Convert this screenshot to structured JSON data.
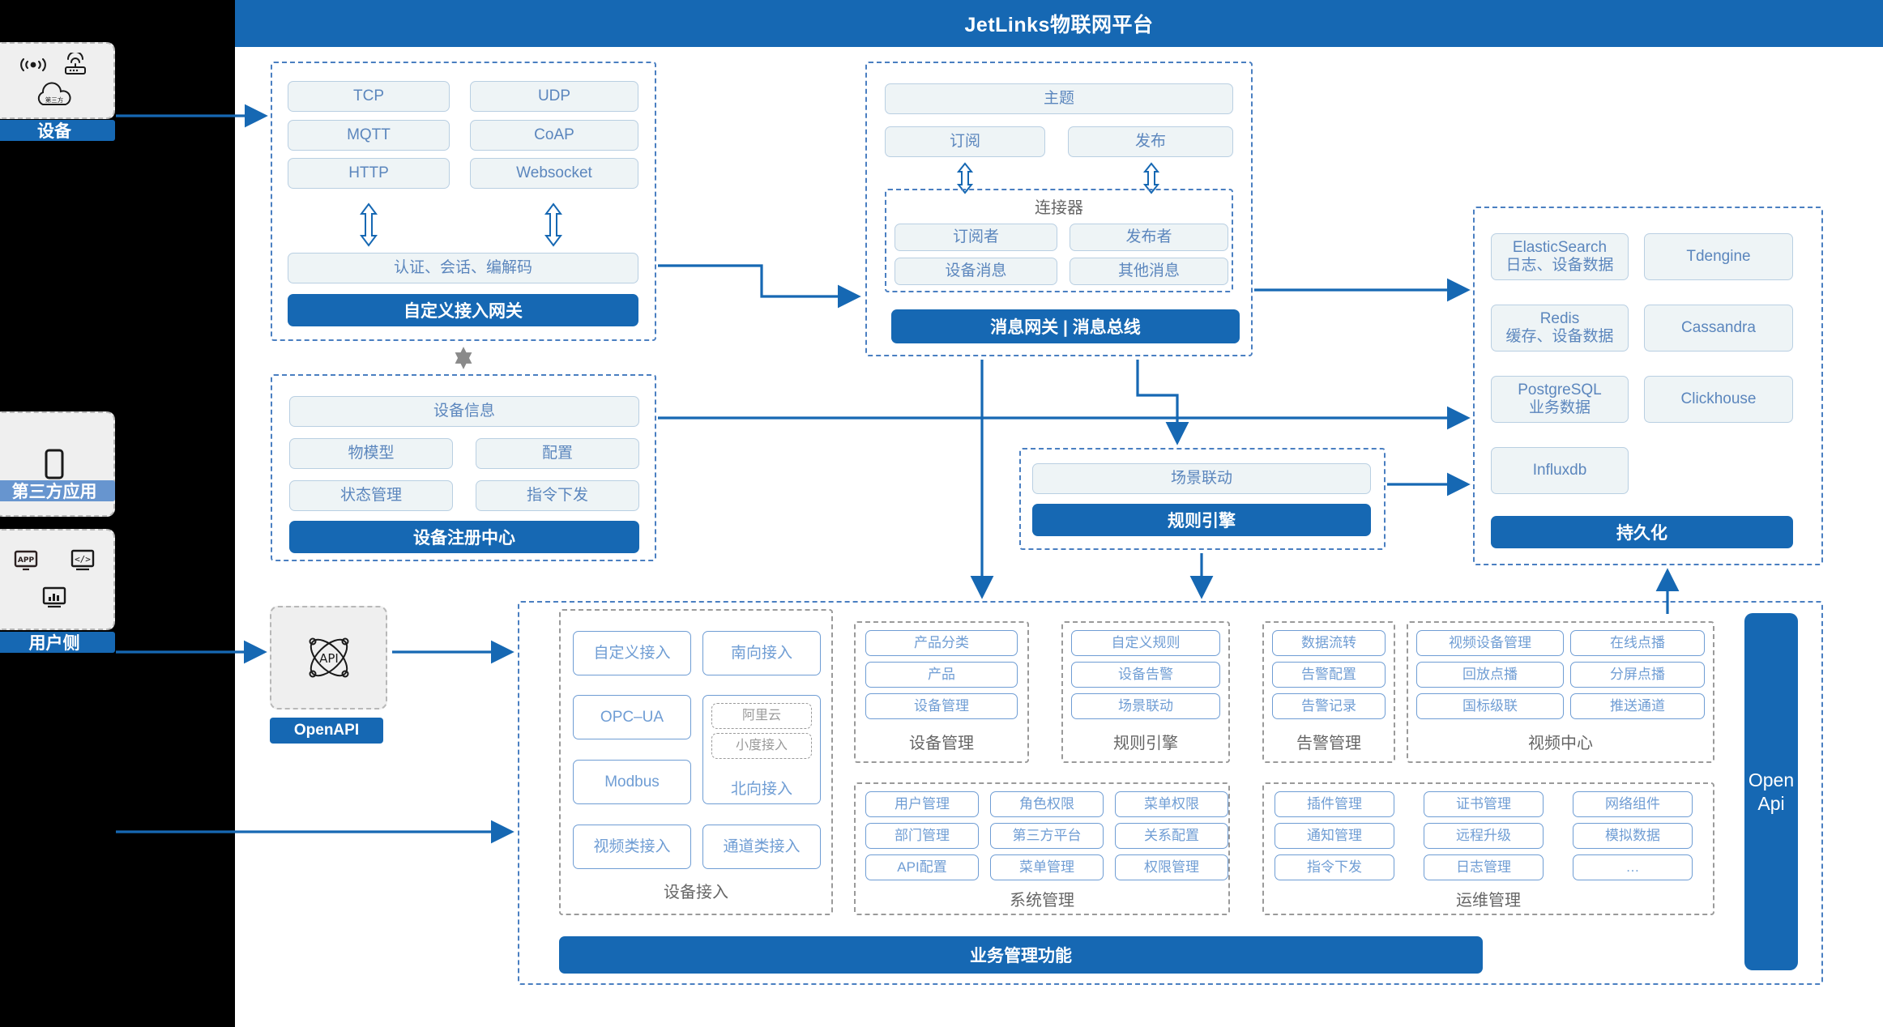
{
  "header": {
    "title": "JetLinks物联网平台",
    "bg": "#1668b3"
  },
  "left_rail": {
    "items": [
      {
        "label": "设备",
        "label_bg": "#1668b3",
        "icons": [
          "signal-icon",
          "router-icon",
          "cloud-third-party-icon"
        ],
        "cloud_text": "第三方"
      },
      {
        "label": "第三方应用",
        "label_bg": "#6795cf",
        "icons": [
          "mobile-phone-icon"
        ]
      },
      {
        "label": "用户侧",
        "label_bg": "#1668b3",
        "icons": [
          "app-store-icon",
          "code-window-icon",
          "bar-chart-window-icon"
        ]
      }
    ]
  },
  "gateway": {
    "protocols": [
      "TCP",
      "UDP",
      "MQTT",
      "CoAP",
      "HTTP",
      "Websocket"
    ],
    "middle": "认证、会话、编解码",
    "bar": "自定义接入网关"
  },
  "message_bus": {
    "topic": "主题",
    "sub": "订阅",
    "pub": "发布",
    "connector_title": "连接器",
    "connector_items": [
      "订阅者",
      "发布者",
      "设备消息",
      "其他消息"
    ],
    "bar": "消息网关 | 消息总线"
  },
  "device_registry": {
    "top": "设备信息",
    "items": [
      "物模型",
      "配置",
      "状态管理",
      "指令下发"
    ],
    "bar": "设备注册中心"
  },
  "rule_engine": {
    "item": "场景联动",
    "bar": "规则引擎"
  },
  "persistence": {
    "items": [
      {
        "name": "ElasticSearch",
        "sub": "日志、设备数据"
      },
      {
        "name": "Tdengine",
        "sub": ""
      },
      {
        "name": "Redis",
        "sub": "缓存、设备数据"
      },
      {
        "name": "Cassandra",
        "sub": ""
      },
      {
        "name": "PostgreSQL",
        "sub": "业务数据"
      },
      {
        "name": "Clickhouse",
        "sub": ""
      },
      {
        "name": "Influxdb",
        "sub": ""
      }
    ],
    "bar": "持久化"
  },
  "openapi_node": {
    "icon": "api-atom-icon",
    "label": "OpenAPI"
  },
  "openapi_bar": {
    "label": "Open Api"
  },
  "business": {
    "bar": "业务管理功能",
    "groups": [
      {
        "title": "设备接入",
        "left": [
          "自定义接入",
          "OPC–UA",
          "Modbus",
          "视频类接入"
        ],
        "right": [
          "南向接入",
          "北向接入",
          "通道类接入"
        ],
        "nested": [
          "阿里云",
          "小度接入"
        ]
      },
      {
        "title": "设备管理",
        "items": [
          "产品分类",
          "产品",
          "设备管理"
        ]
      },
      {
        "title": "规则引擎",
        "items": [
          "自定义规则",
          "设备告警",
          "场景联动"
        ]
      },
      {
        "title": "告警管理",
        "items": [
          "数据流转",
          "告警配置",
          "告警记录"
        ]
      },
      {
        "title": "视频中心",
        "items": [
          "视频设备管理",
          "在线点播",
          "回放点播",
          "分屏点播",
          "国标级联",
          "推送通道"
        ]
      },
      {
        "title": "系统管理",
        "items": [
          "用户管理",
          "角色权限",
          "菜单权限",
          "部门管理",
          "第三方平台",
          "关系配置",
          "API配置",
          "菜单管理",
          "权限管理"
        ]
      },
      {
        "title": "运维管理",
        "items": [
          "插件管理",
          "证书管理",
          "网络组件",
          "通知管理",
          "远程升级",
          "模拟数据",
          "指令下发",
          "日志管理",
          "…"
        ]
      }
    ]
  },
  "colors": {
    "accent": "#1668b3",
    "chip_text": "#5b86bd",
    "chip_border": "#b9cfe2",
    "chip_bg": "#eef4f6",
    "dash_blue": "#4a7fc1",
    "dash_gray": "#9a9a9a"
  }
}
